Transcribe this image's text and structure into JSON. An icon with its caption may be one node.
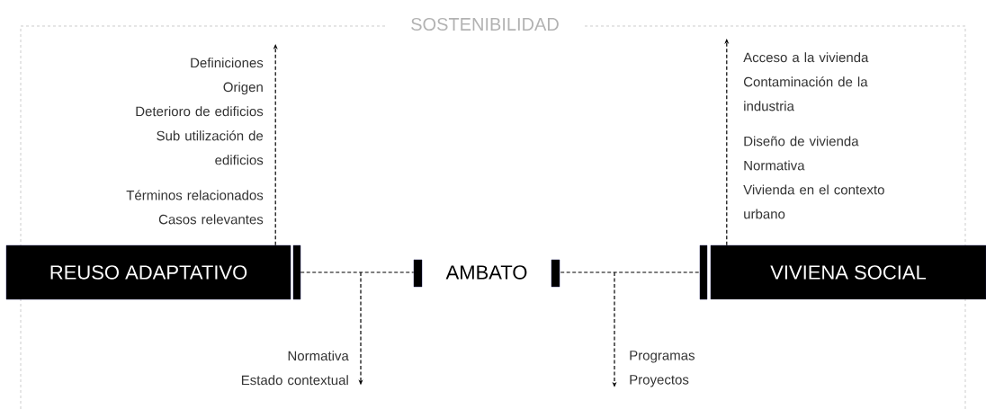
{
  "diagram": {
    "title": "SOSTENIBILIDAD",
    "nodes": [
      {
        "text": [
          "REUSO ADAPTATIVO"
        ]
      },
      {
        "text": [
          "AMBATO"
        ]
      },
      {
        "text": [
          "VIVIENA SOCIAL"
        ]
      },
      {
        "text": [
          "Definiciones",
          "Origen",
          "Deterioro de edificios",
          "Sub utilización de edificios",
          "Términos relacionados",
          "Casos relevantes"
        ]
      },
      {
        "text": [
          "Acceso a la vivienda",
          "Contaminación de la industria",
          "Diseño de vivienda",
          "Normativa",
          "Vivienda en el contexto urbano"
        ]
      },
      {
        "text": [
          "Normativa",
          "Estado contextual"
        ]
      },
      {
        "text": [
          "Programas",
          "Proyectos"
        ]
      }
    ],
    "edges": [
      {
        "from": 0,
        "to": 1,
        "arrow": "none"
      },
      {
        "from": 1,
        "to": 2,
        "arrow": "none"
      },
      {
        "from": 0,
        "to": 3,
        "arrow": "to"
      },
      {
        "from": 2,
        "to": 4,
        "arrow": "to"
      },
      {
        "from": null,
        "to": 5,
        "arrow": "to"
      },
      {
        "from": null,
        "to": 6,
        "arrow": "to"
      }
    ]
  }
}
